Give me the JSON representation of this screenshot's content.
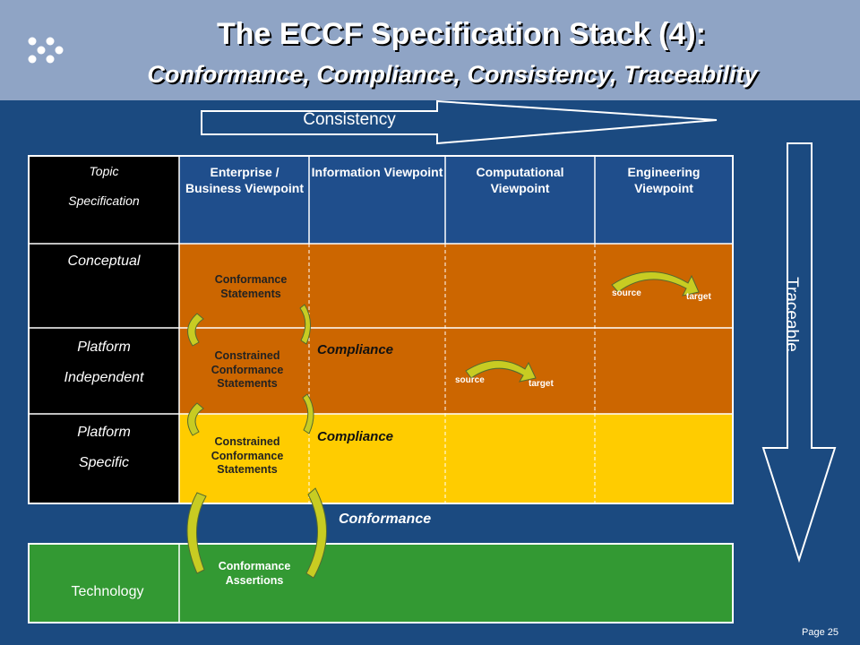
{
  "header": {
    "title": "The ECCF Specification Stack (4):",
    "subtitle": "Conformance, Compliance, Consistency, Traceability"
  },
  "colors": {
    "background": "#1b4a80",
    "header": "#8fa4c5",
    "column_header": "#1f4e8c",
    "conceptual_row": "#cc6600",
    "platform_independent_row": "#cc6600",
    "platform_specific_row": "#ffcc00",
    "technology_row": "#339933",
    "arrow_fill": "#c8cc22"
  },
  "arrows": {
    "consistency": "Consistency",
    "traceable": "Traceable"
  },
  "table": {
    "topic_line1": "Topic",
    "topic_line2": "Specification",
    "columns": [
      "Enterprise / Business Viewpoint",
      "Information Viewpoint",
      "Computational Viewpoint",
      "Engineering Viewpoint"
    ],
    "rows": {
      "conceptual": "Conceptual",
      "platform_independent_line1": "Platform",
      "platform_independent_line2": "Independent",
      "platform_specific_line1": "Platform",
      "platform_specific_line2": "Specific",
      "technology": "Technology"
    },
    "cells": {
      "conformance_statements": "Conformance Statements",
      "constrained_pi": "Constrained Conformance Statements",
      "constrained_ps": "Constrained Conformance Statements",
      "compliance_pi": "Compliance",
      "compliance_ps": "Compliance",
      "conformance_assertions": "Conformance Assertions"
    }
  },
  "mappings": [
    {
      "source": "source",
      "target": "target"
    },
    {
      "source": "source",
      "target": "target"
    }
  ],
  "conformance": "Conformance",
  "page": "Page 25"
}
